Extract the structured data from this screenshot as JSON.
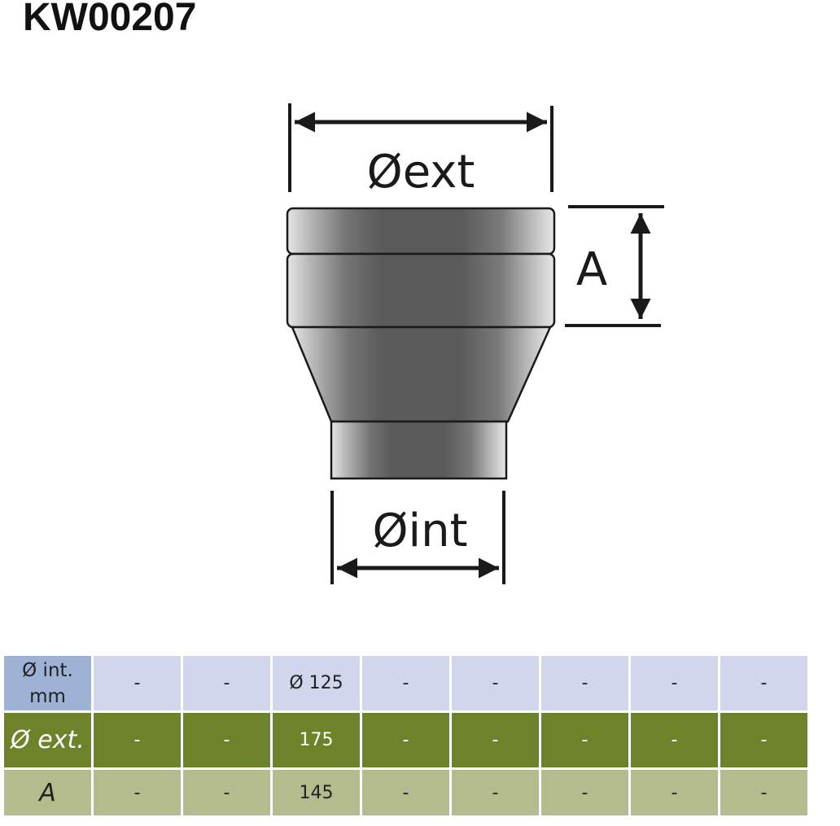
{
  "title": "KW00207",
  "diagram": {
    "ext_label": "Øext",
    "int_label": "Øint",
    "height_label": "A"
  },
  "table": {
    "rows": [
      {
        "header": "Ø int. mm",
        "cells": [
          "-",
          "-",
          "Ø 125",
          "-",
          "-",
          "-",
          "-",
          "-"
        ]
      },
      {
        "header": "Ø ext.",
        "cells": [
          "-",
          "-",
          "175",
          "-",
          "-",
          "-",
          "-",
          "-"
        ]
      },
      {
        "header": "A",
        "cells": [
          "-",
          "-",
          "145",
          "-",
          "-",
          "-",
          "-",
          "-"
        ]
      }
    ]
  },
  "colors": {
    "int_row": "#d1d6ec",
    "int_header": "#9db2d4",
    "ext_row": "#6d8229",
    "a_row": "#b4bb8c"
  }
}
